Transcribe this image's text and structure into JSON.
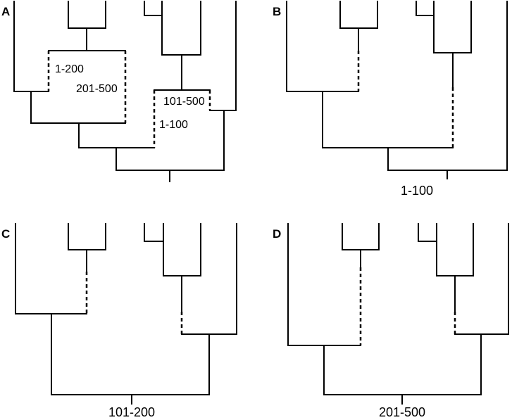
{
  "panels": [
    {
      "letter": "A",
      "region_labels": [
        "1-200",
        "201-500",
        "101-500",
        "1-100"
      ],
      "caption": ""
    },
    {
      "letter": "B",
      "caption": "1-100"
    },
    {
      "letter": "C",
      "caption": "101-200"
    },
    {
      "letter": "D",
      "caption": "201-500"
    }
  ]
}
